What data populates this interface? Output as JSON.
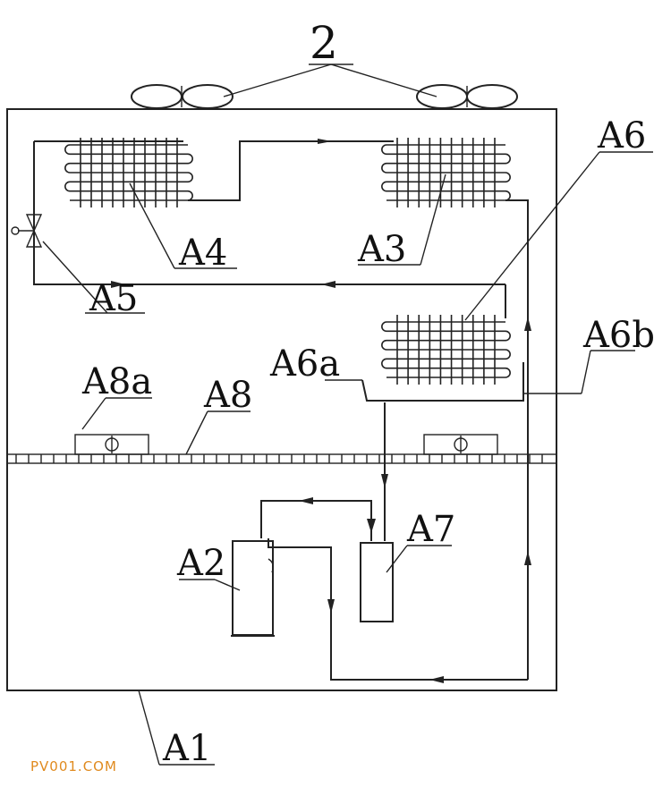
{
  "labels": {
    "fan": "2",
    "cabinet": "A1",
    "compressor": "A2",
    "condenser_right": "A3",
    "condenser_left": "A4",
    "expansion_valve": "A5",
    "evaporator": "A6",
    "drip_tray_left": "A6a",
    "drip_tray_right": "A6b",
    "receiver": "A7",
    "shelf": "A8",
    "shelf_bracket": "A8a"
  },
  "watermark": "PV001.COM"
}
